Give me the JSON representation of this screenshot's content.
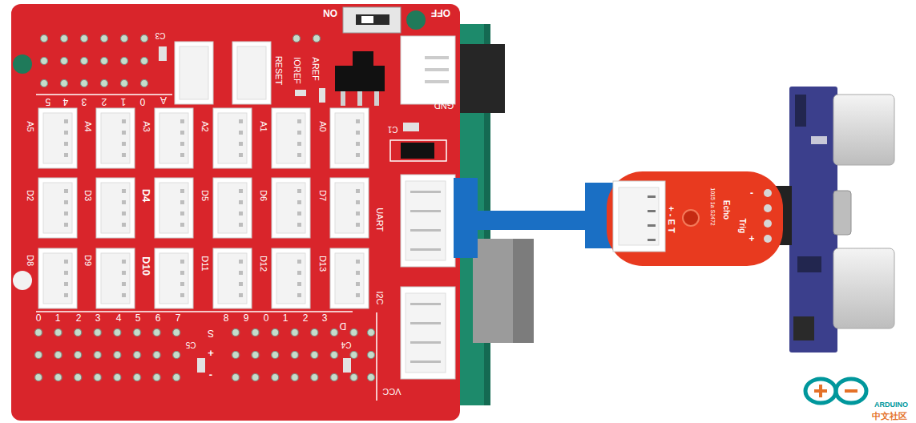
{
  "diagram": {
    "nodes": [
      {
        "text": [
          "UART"
        ]
      },
      {
        "text": [
          "+ - E T",
          "1015 1a S2472",
          "Echo",
          "Trig",
          "-",
          "+"
        ]
      }
    ],
    "edges": [
      {
        "from": 0,
        "to": 1,
        "arrow": "none"
      }
    ],
    "labels": [
      "ON",
      "OFF",
      "C3",
      "RESET",
      "IOREF",
      "AREF",
      "GND",
      "5",
      "4",
      "3",
      "2",
      "1",
      "0",
      "A",
      "C1",
      "A5",
      "A4",
      "A3",
      "A2",
      "A1",
      "A0",
      "D2",
      "D3",
      "D4",
      "D5",
      "D6",
      "D7",
      "D8",
      "D9",
      "D10",
      "D11",
      "D12",
      "D13",
      "I2C",
      "VCC",
      "0",
      "1",
      "2",
      "3",
      "4",
      "5",
      "6",
      "7",
      "8",
      "9",
      "0",
      "1",
      "2",
      "3",
      "S",
      "D",
      "C5",
      "+",
      "-",
      "C4",
      "ARDUINO",
      "中文社区"
    ]
  }
}
